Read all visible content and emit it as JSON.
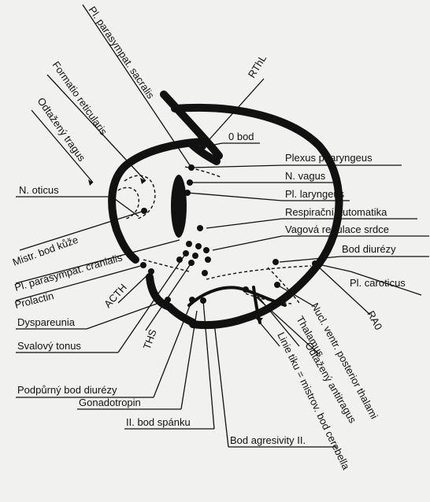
{
  "labels": {
    "pl_parasympat_sacralis": "Pl. parasympat. sacralis",
    "rthl": "RThL",
    "formatio_reticularis": "Formatio reticularis",
    "odtazeny_tragus": "Odtažený tragus",
    "o_bod": "0 bod",
    "plexus_pharyngeus": "Plexus pharyngeus",
    "n_oticus": "N. oticus",
    "n_vagus": "N. vagus",
    "pl_laryngeus": "Pl. laryngeus",
    "respiracni_automatika": "Respirační automatika",
    "mistr_bod_kuze": "Mistr. bod kůže",
    "vagova_regulace_srdce": "Vagová regulace srdce",
    "pl_parasympat_cranialis": "Pl. parasympat. cranialis",
    "bod_diurezy": "Bod diurézy",
    "prolactin": "Prolactin",
    "acth": "ACTH",
    "pl_caroticus": "Pl. caroticus",
    "dyspareunia": "Dyspareunia",
    "nucl_ventr_posterior_thalami": "Nucl. ventr. posterior thalami",
    "ra0": "RA0",
    "ths": "THS",
    "svalovy_tonus": "Svalový tonus",
    "thalamus": "Thalamus",
    "odtazeny_antitragus": "Odtažený antitragus",
    "linie_tiku": "Linie tiku = mistrov. bod cerebella",
    "podpurny_bod_diurezy": "Podpůrný bod diurézy",
    "gonadotropin": "Gonadotropin",
    "ii_bod_spanku": "II. bod spánku",
    "bod_agresivity_ii": "Bod agresivity II."
  }
}
